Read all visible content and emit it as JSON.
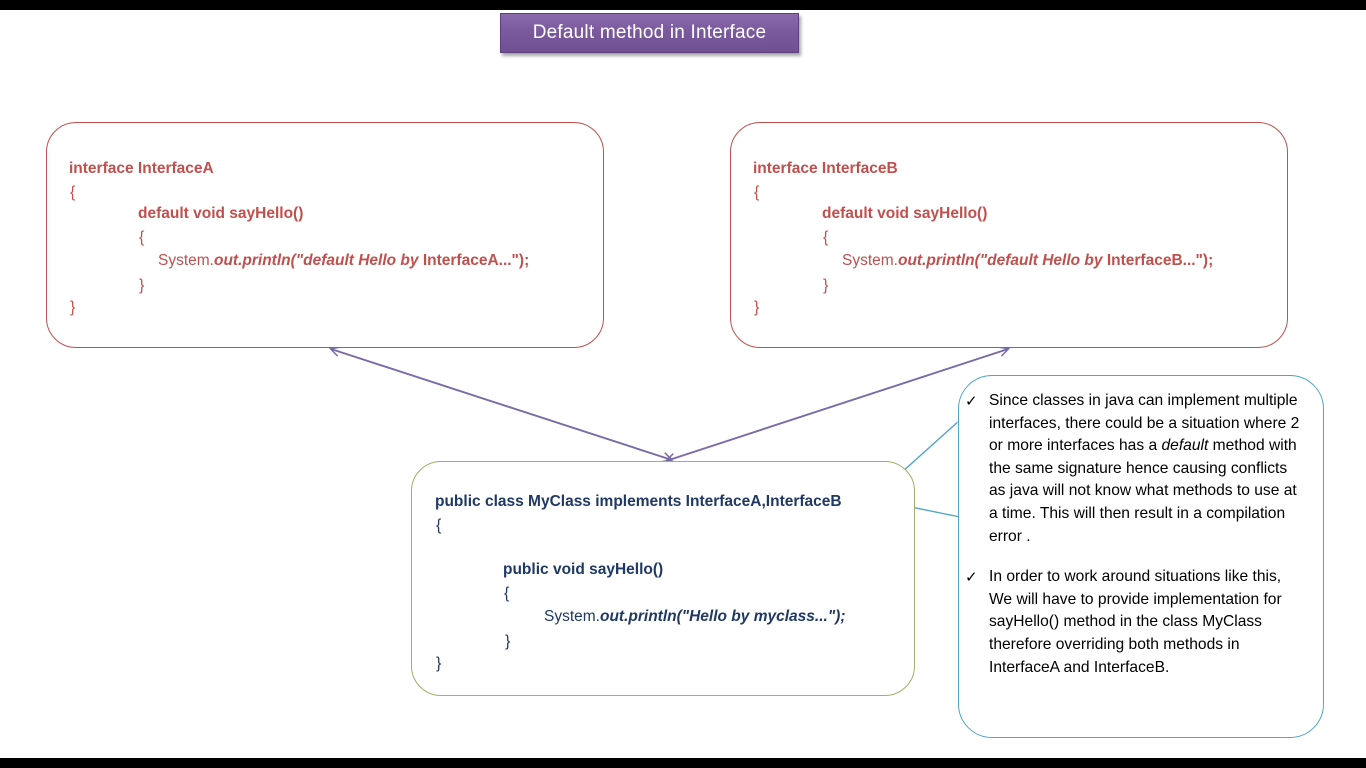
{
  "title": {
    "text": "Default method in Interface",
    "banner_color": "#7a5a9d",
    "text_color": "#ffffff"
  },
  "colors": {
    "interface_box_border": "#c0504d",
    "interface_text": "#c0504d",
    "class_box_border": "#a3ad6c",
    "class_text": "#1f3864",
    "callout_border": "#4fa5c4",
    "arrow": "#7b6aa8",
    "letterbox": "#000000"
  },
  "interface_a": {
    "name": "InterfaceA",
    "head": "interface InterfaceA",
    "open_brace_1": "{",
    "method_signature": "default void sayHello()",
    "open_brace_2": "{",
    "print_prefix": "System.",
    "print_call": "out.println(\"default Hello by ",
    "print_arg": "InterfaceA...\");",
    "close_brace_2": "}",
    "close_brace_1": "}"
  },
  "interface_b": {
    "name": "InterfaceB",
    "head": "interface InterfaceB",
    "open_brace_1": "{",
    "method_signature": "default void sayHello()",
    "open_brace_2": "{",
    "print_prefix": "System.",
    "print_call": "out.println(\"default Hello by ",
    "print_arg": "InterfaceB...\");",
    "close_brace_2": "}",
    "close_brace_1": "}"
  },
  "myclass": {
    "name": "MyClass",
    "head": "public class MyClass implements InterfaceA,InterfaceB",
    "open_brace_1": "{",
    "method_signature": "public void sayHello()",
    "open_brace_2": "{",
    "print_prefix": "System.",
    "print_call": "out.println(\"Hello by myclass...\");",
    "close_brace_2": "}",
    "close_brace_1": "}"
  },
  "callout": {
    "bullet_glyph": "✓",
    "bullets": [
      {
        "part1": "Since classes in java can implement multiple interfaces, there could be a situation where 2 or more interfaces has a ",
        "italic": "default",
        "part2": " method with the same signature hence causing conflicts as java will not know what methods to use at a time. This will then result in a compilation error ."
      },
      {
        "part1": "In order to work around situations like this, We will have to provide implementation for sayHello() method in the class MyClass therefore overriding both methods",
        "italic": "",
        "part2": " in InterfaceA and InterfaceB."
      }
    ]
  }
}
